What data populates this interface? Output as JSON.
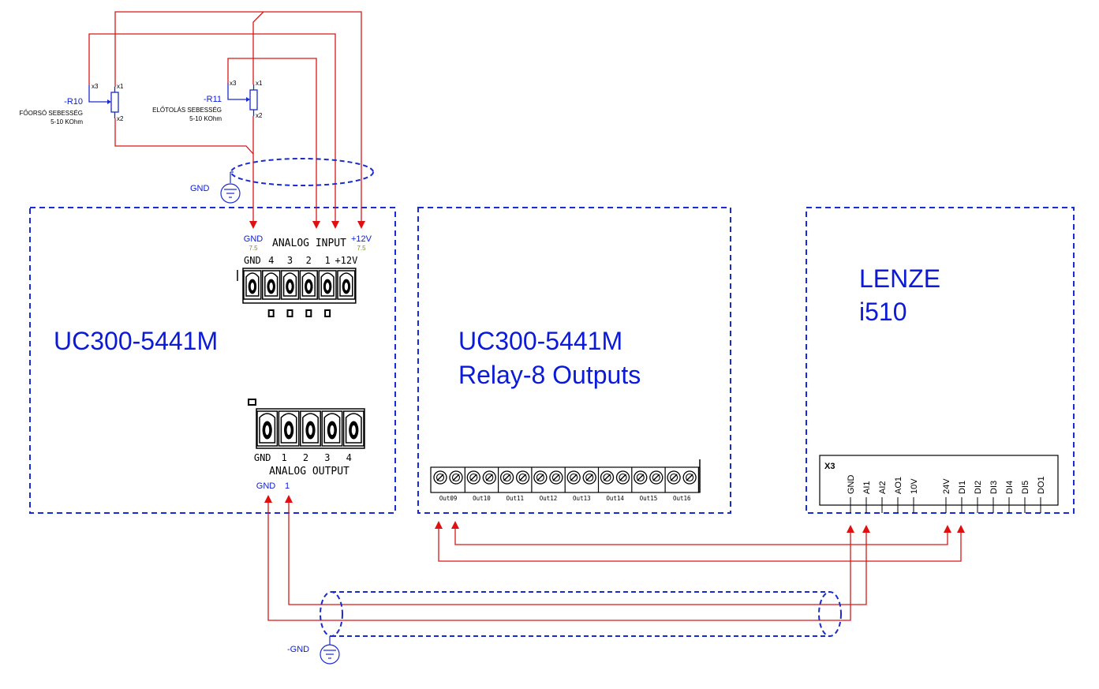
{
  "pot_r10": {
    "tag": "-R10",
    "desc": "FŐORSÓ SEBESSÉG",
    "value": "5-10 KOhm",
    "pin_x3": "x3",
    "pin_x1": "x1",
    "pin_x2": "x2"
  },
  "pot_r11": {
    "tag": "-R11",
    "desc": "ELŐTOLÁS SEBESSÉG",
    "value": "5-10 KOhm",
    "pin_x3": "x3",
    "pin_x1": "x1",
    "pin_x2": "x2"
  },
  "gnd_top": "GND",
  "gnd_bottom": "-GND",
  "module_main": {
    "title": "UC300-5441M",
    "analog_input": {
      "title": "ANALOG INPUT",
      "wire_gnd": "GND",
      "wire_gnd_gauge": "7.5",
      "wire_12v": "+12V",
      "wire_12v_gauge": "7.5",
      "pins": [
        "GND",
        "4",
        "3",
        "2",
        "1",
        "+12V"
      ]
    },
    "analog_output": {
      "title": "ANALOG OUTPUT",
      "pins": [
        "GND",
        "1",
        "2",
        "3",
        "4"
      ],
      "wire_gnd": "GND",
      "wire_1": "1"
    }
  },
  "module_relay": {
    "title_line1": "UC300-5441M",
    "title_line2": "Relay-8 Outputs",
    "outputs": [
      "Out09",
      "Out10",
      "Out11",
      "Out12",
      "Out13",
      "Out14",
      "Out15",
      "Out16"
    ]
  },
  "module_lenze": {
    "title_line1": "LENZE",
    "title_line2": "i510",
    "terminal": "X3",
    "pins": [
      "GND",
      "AI1",
      "AI2",
      "AO1",
      "10V",
      "24V",
      "DI1",
      "DI2",
      "DI3",
      "DI4",
      "DI5",
      "DO1"
    ]
  },
  "colors": {
    "wire": "#d81818",
    "label_blue": "#0a1ad8",
    "frame_blue": "#1a2bd0"
  }
}
